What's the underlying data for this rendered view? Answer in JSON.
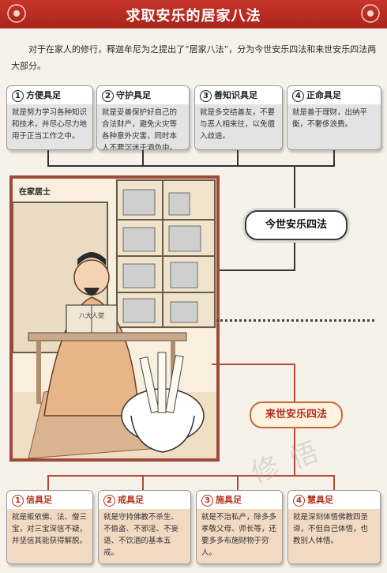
{
  "header": {
    "title": "求取安乐的居家八法"
  },
  "intro": "对于在家人的修行，释迦牟尼为之提出了“居家八法”，分为今世安乐四法和来世安乐四法两大部分。",
  "present": {
    "label": "今世安乐四法",
    "items": [
      {
        "num": "1",
        "title": "方便具足",
        "text": "就是努力学习各种知识和技术，并尽心尽力地用于正当工作之中。"
      },
      {
        "num": "2",
        "title": "守护具足",
        "text": "就是妥善保护好自己的合法财产，避免火灾等各种意外灾害，同时本人不要沉迷于酒色中。"
      },
      {
        "num": "3",
        "title": "善知识具足",
        "text": "就是多交结善友，不要与恶人相来往，以免擅入歧途。"
      },
      {
        "num": "4",
        "title": "正命具足",
        "text": "就是善于理财，出纳平衡，不奢侈浪费。"
      }
    ]
  },
  "illustration": {
    "label": "在家居士",
    "book_text": "八大人觉"
  },
  "future": {
    "label": "来世安乐四法",
    "items": [
      {
        "num": "1",
        "title": "信具足",
        "text": "就是皈依佛、法、僧三宝，对三宝深信不疑，并坚信其能获得解脱。"
      },
      {
        "num": "2",
        "title": "戒具足",
        "text": "就是守持佛教不杀生、不偷盗、不邪淫、不妄语、不饮酒的基本五戒。"
      },
      {
        "num": "3",
        "title": "施具足",
        "text": "就是不治私产，除多多孝敬父母、师长等，还要多多布施财物于穷人。"
      },
      {
        "num": "4",
        "title": "慧具足",
        "text": "就是深刻体悟佛教四圣谛，不但自己体悟，也教别人体悟。"
      }
    ]
  },
  "colors": {
    "header": "#b52a20",
    "future_accent": "#b32d1c",
    "future_card": "#f2d9c2"
  }
}
